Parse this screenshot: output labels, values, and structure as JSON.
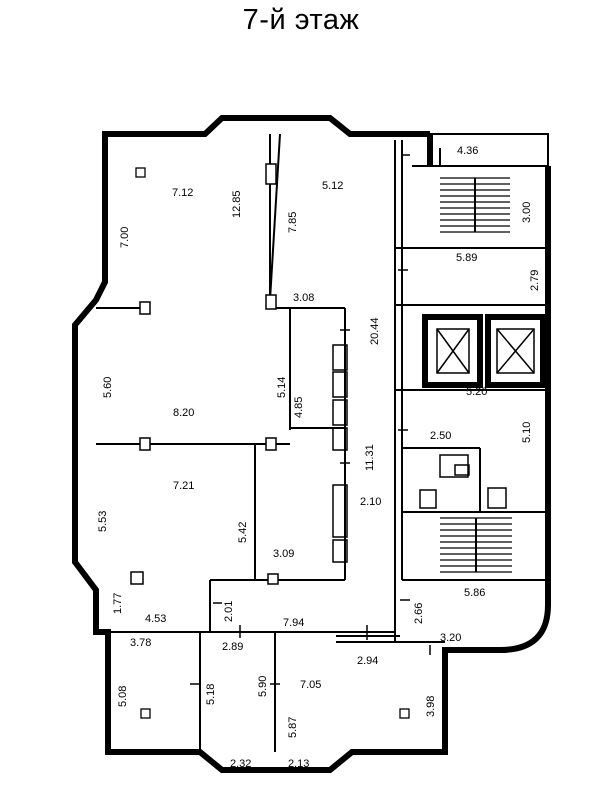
{
  "title": "7-й этаж",
  "labels": {
    "l_436": "4.36",
    "l_512": "5.12",
    "l_712": "7.12",
    "l_1285": "12.85",
    "l_785": "7.85",
    "l_700": "7.00",
    "l_300": "3.00",
    "l_589": "5.89",
    "l_279": "2.79",
    "l_308": "3.08",
    "l_2044": "20.44",
    "l_560": "5.60",
    "l_514": "5.14",
    "l_485": "4.85",
    "l_820": "8.20",
    "l_520": "5.20",
    "l_510": "5.10",
    "l_250": "2.50",
    "l_1131": "11.31",
    "l_721": "7.21",
    "l_553": "5.53",
    "l_542": "5.42",
    "l_210": "2.10",
    "l_309": "3.09",
    "l_586": "5.86",
    "l_177": "1.77",
    "l_453": "4.53",
    "l_201": "2.01",
    "l_794": "7.94",
    "l_266": "2.66",
    "l_378": "3.78",
    "l_289": "2.89",
    "l_320": "3.20",
    "l_294": "2.94",
    "l_508": "5.08",
    "l_518": "5.18",
    "l_590": "5.90",
    "l_705": "7.05",
    "l_398": "3.98",
    "l_587": "5.87",
    "l_232": "2.32",
    "l_213": "2.13"
  }
}
